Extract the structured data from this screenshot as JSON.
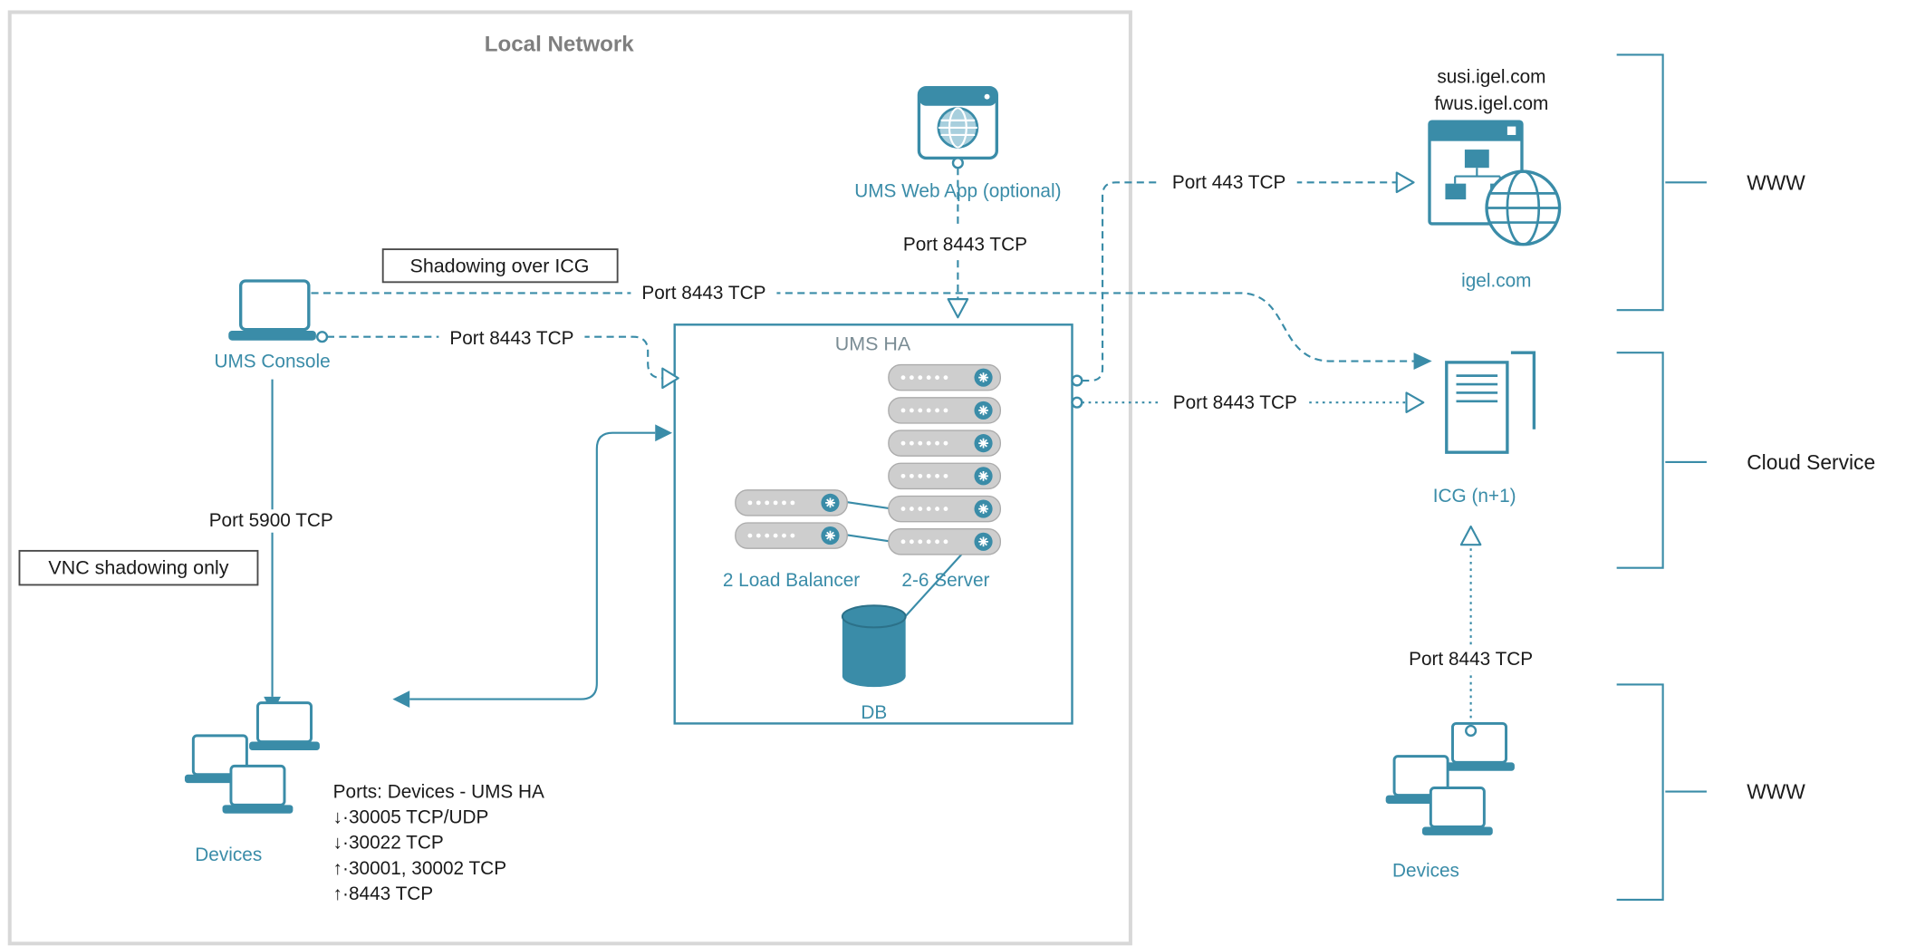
{
  "diagram": {
    "local_network_title": "Local Network",
    "nodes": {
      "ums_web_app": {
        "label": "UMS Web App (optional)"
      },
      "ums_console": {
        "label": "UMS Console"
      },
      "ums_ha": {
        "title": "UMS HA",
        "load_balancers_label": "2 Load Balancer",
        "servers_label": "2-6 Server",
        "db_label": "DB"
      },
      "devices_local": {
        "label": "Devices"
      },
      "igel_com": {
        "domain1": "susi.igel.com",
        "domain2": "fwus.igel.com",
        "label": "igel.com"
      },
      "icg": {
        "label": "ICG (n+1)"
      },
      "devices_remote": {
        "label": "Devices"
      }
    },
    "edges": {
      "webapp_to_umsha": {
        "label": "Port 8443 TCP"
      },
      "console_to_umsha": {
        "label": "Port 8443 TCP"
      },
      "shadowing_over_icg": {
        "callout": "Shadowing over ICG",
        "label": "Port 8443 TCP"
      },
      "umsha_to_igel": {
        "label": "Port 443 TCP"
      },
      "umsha_to_icg": {
        "label": "Port 8443 TCP"
      },
      "console_to_devices": {
        "label": "Port 5900 TCP",
        "callout": "VNC shadowing only"
      },
      "devices_to_icg": {
        "label": "Port 8443 TCP"
      }
    },
    "ports_note": {
      "title": "Ports: Devices - UMS HA",
      "lines": [
        "↓·30005 TCP/UDP",
        "↓·30022 TCP",
        "↑·30001, 30002 TCP",
        "↑·8443 TCP"
      ]
    },
    "zones": [
      {
        "label": "WWW"
      },
      {
        "label": "Cloud Service"
      },
      {
        "label": "WWW"
      }
    ],
    "colors": {
      "accent": "#3A8CA8",
      "frame_gray": "#D8D8D8"
    }
  }
}
